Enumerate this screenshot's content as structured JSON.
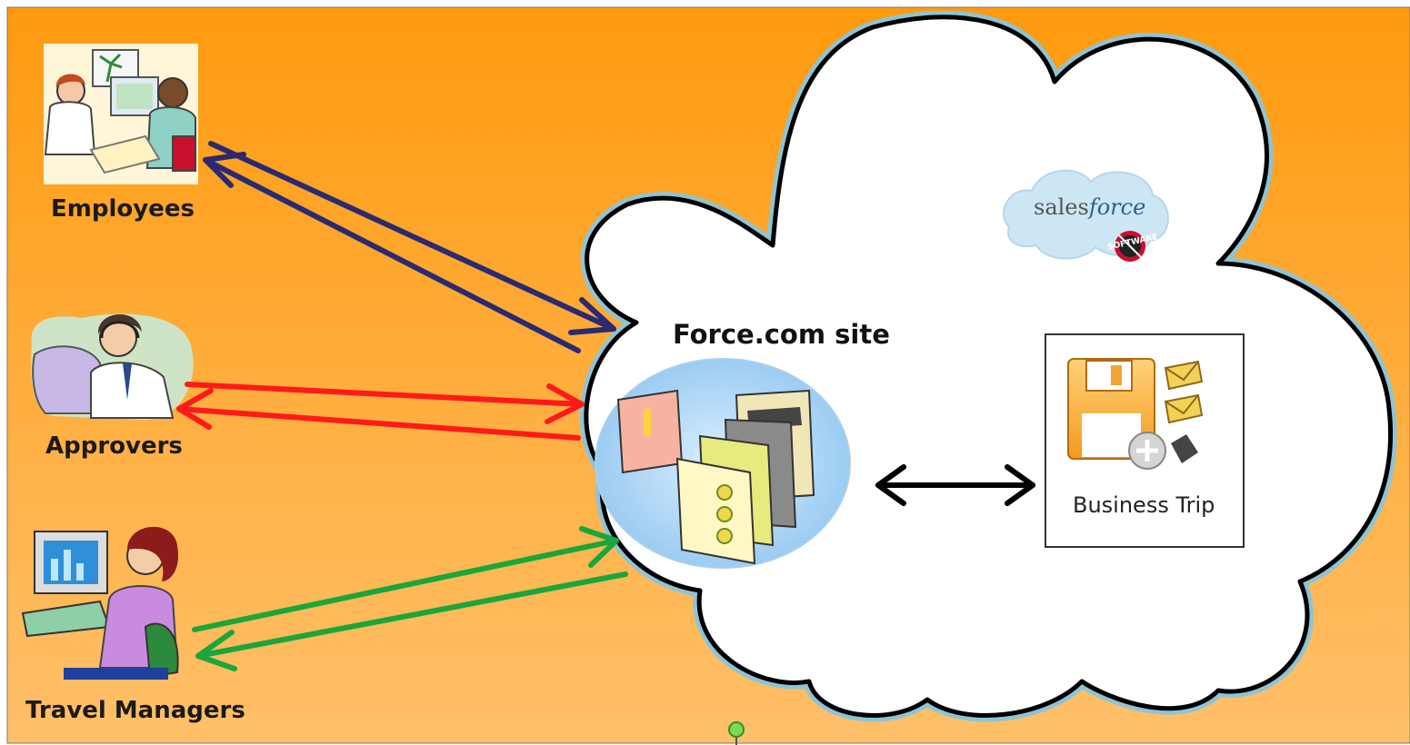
{
  "actors": [
    {
      "id": "employees",
      "label": "Employees",
      "arrow_color": "#2a2a72"
    },
    {
      "id": "approvers",
      "label": "Approvers",
      "arrow_color": "#ff1a1a"
    },
    {
      "id": "travel_managers",
      "label": "Travel  Managers",
      "arrow_color": "#1aa63a"
    }
  ],
  "cloud": {
    "site_label": "Force.com site",
    "app_label": "Business  Trip",
    "logo": {
      "prefix": "sales",
      "suffix": "force",
      "badge": "SOFTWARE"
    }
  },
  "colors": {
    "background_top": "#ff9a0e",
    "background_bottom": "#ffc06a",
    "cloud_fill": "#ffffff",
    "cloud_outline": "#000000",
    "cloud_halo": "#8ec4d6",
    "link_arrow": "#000000"
  },
  "icons": [
    "people-at-desk-icon",
    "headset-agent-icon",
    "woman-at-computer-icon",
    "website-pages-icon",
    "database-save-icon",
    "envelope-icon",
    "salesforce-cloud-logo"
  ]
}
